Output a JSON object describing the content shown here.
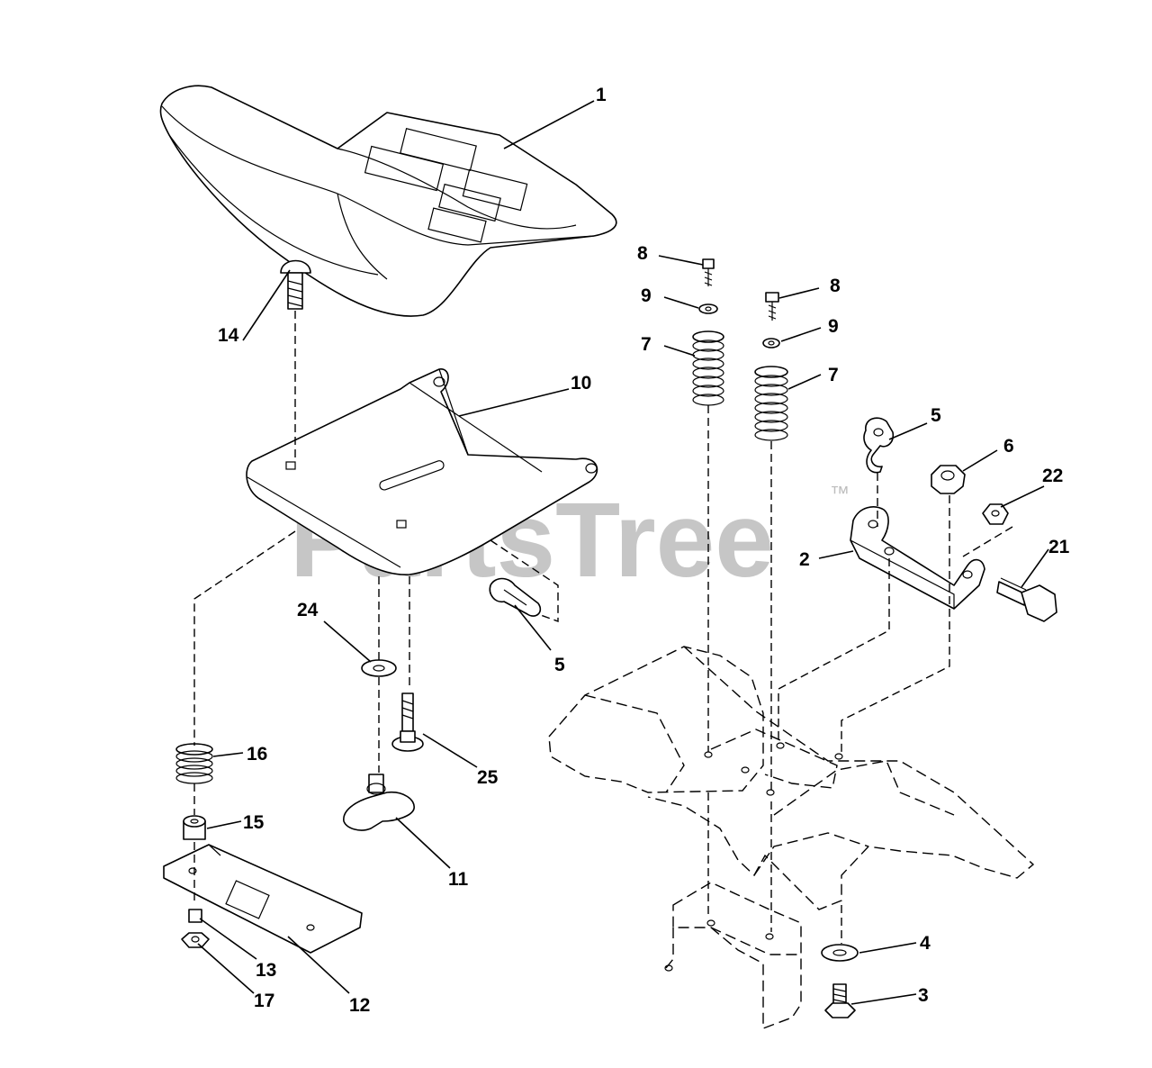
{
  "watermark": {
    "brand": "PartsTree",
    "trademark": "™"
  },
  "callouts": {
    "c1": "1",
    "c2": "2",
    "c3": "3",
    "c4": "4",
    "c5a": "5",
    "c5b": "5",
    "c6": "6",
    "c7a": "7",
    "c7b": "7",
    "c8a": "8",
    "c8b": "8",
    "c9a": "9",
    "c9b": "9",
    "c10": "10",
    "c11": "11",
    "c12": "12",
    "c13": "13",
    "c14": "14",
    "c15": "15",
    "c16": "16",
    "c17": "17",
    "c21": "21",
    "c22": "22",
    "c24": "24",
    "c25": "25"
  }
}
